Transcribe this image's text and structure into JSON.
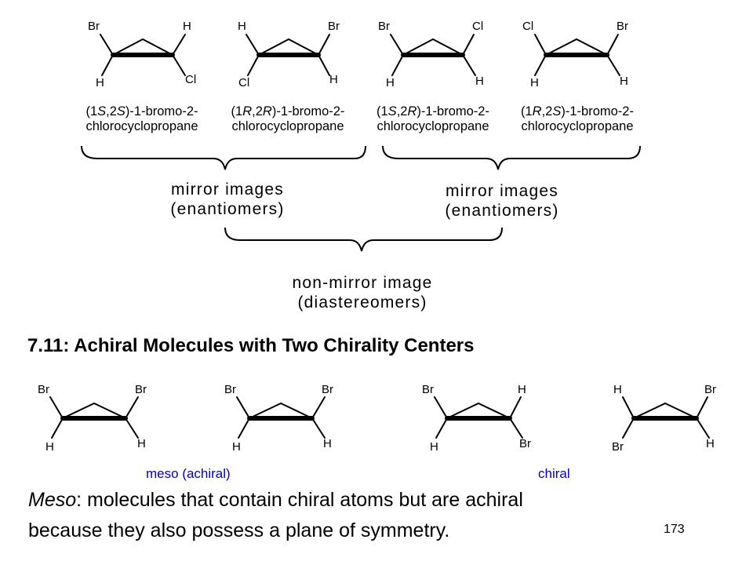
{
  "top_molecules": [
    {
      "tl": "Br",
      "tr": "H",
      "bl": "H",
      "br": "Cl",
      "name_prefix": "(1",
      "c1": "S",
      "mid": ",2",
      "c2": "S",
      "name_suffix": ")-1-bromo-2-",
      "name_line2": "chlorocyclopropane"
    },
    {
      "tl": "H",
      "tr": "Br",
      "bl": "Cl",
      "br": "H",
      "name_prefix": "(1",
      "c1": "R",
      "mid": ",2",
      "c2": "R",
      "name_suffix": ")-1-bromo-2-",
      "name_line2": "chlorocyclopropane"
    },
    {
      "tl": "Br",
      "tr": "Cl",
      "bl": "H",
      "br": "H",
      "name_prefix": "(1",
      "c1": "S",
      "mid": ",2",
      "c2": "R",
      "name_suffix": ")-1-bromo-2-",
      "name_line2": "chlorocyclopropane"
    },
    {
      "tl": "Cl",
      "tr": "Br",
      "bl": "H",
      "br": "H",
      "name_prefix": "(1",
      "c1": "R",
      "mid": ",2",
      "c2": "S",
      "name_suffix": ")-1-bromo-2-",
      "name_line2": "chlorocyclopropane"
    }
  ],
  "groups": {
    "left_line1": "mirror images",
    "left_line2": "(enantiomers)",
    "right_line1": "mirror images",
    "right_line2": "(enantiomers)",
    "bottom_line1": "non-mirror image",
    "bottom_line2": "(diastereomers)"
  },
  "section_title": "7.11: Achiral Molecules with Two Chirality Centers",
  "bottom_molecules": [
    {
      "tl": "Br",
      "tr": "Br",
      "bl": "H",
      "br": "H"
    },
    {
      "tl": "Br",
      "tr": "Br",
      "bl": "H",
      "br": "H"
    },
    {
      "tl": "Br",
      "tr": "H",
      "bl": "H",
      "br": "Br"
    },
    {
      "tl": "H",
      "tr": "Br",
      "bl": "Br",
      "br": "H"
    }
  ],
  "labels": {
    "meso": "meso (achiral)",
    "chiral": "chiral"
  },
  "definition": {
    "term": "Meso",
    "line1_rest": ": molecules that contain chiral atoms but are achiral",
    "line2": "because they also possess a plane of symmetry."
  },
  "page_number": "173"
}
